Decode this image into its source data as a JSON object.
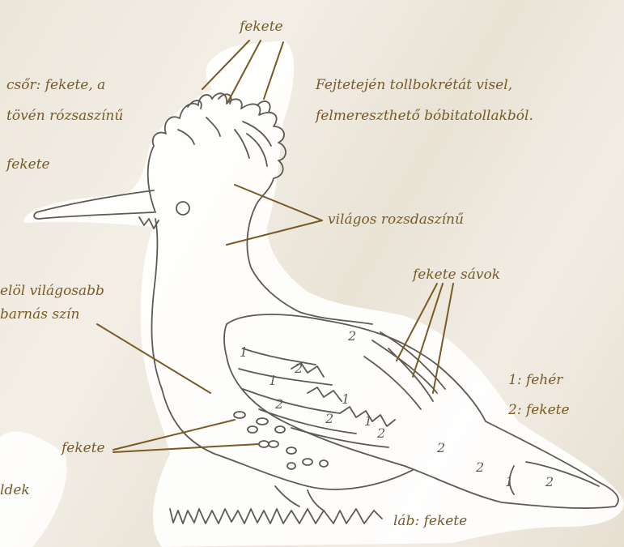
{
  "labels": {
    "crest_tips": "fekete",
    "beak_line1": "csőr:  fekete,   a",
    "beak_line2": "tövén rózsaszínű",
    "left_black": "fekete",
    "crest_desc_line1": "Fejtetején tollbokrétát visel,",
    "crest_desc_line2": "felmereszthető bóbitatollakból.",
    "head_color": "világos rozsdaszínű",
    "wing_bands": "fekete sávok",
    "belly_line1": "elöl világosabb",
    "belly_line2": "barnás szín",
    "legend_1": "1: fehér",
    "legend_2": "2: fekete",
    "spots": "fekete",
    "legs": "láb: fekete",
    "cut_left": "ldek"
  },
  "wing_numbers": [
    "1",
    "2",
    "1",
    "2",
    "1",
    "2",
    "2",
    "2",
    "1",
    "2",
    "2",
    "1",
    "2"
  ],
  "colors": {
    "ink": "#7a5a22",
    "sketch": "#5e5a52",
    "paper": "#ffffff"
  }
}
